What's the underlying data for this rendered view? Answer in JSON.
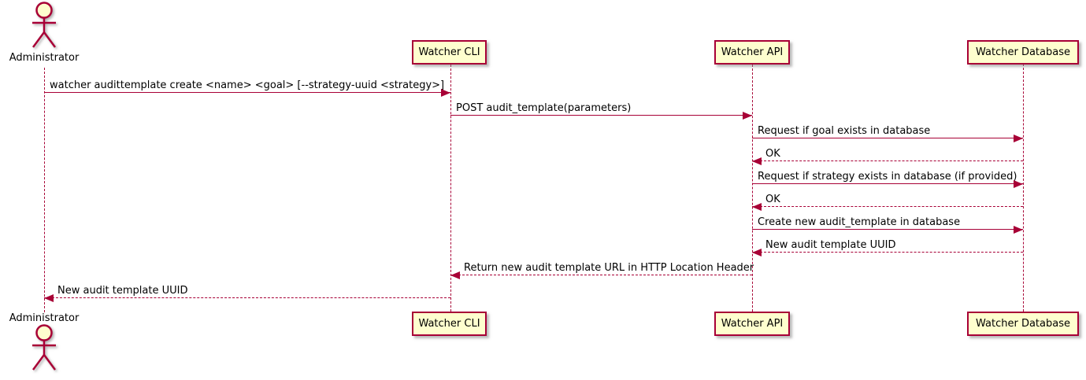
{
  "diagram_type": "uml-sequence-diagram",
  "colors": {
    "accent": "#A80036",
    "participant_fill": "#FEFECE",
    "text": "#000000",
    "background": "#FFFFFF"
  },
  "actor": {
    "label": "Administrator"
  },
  "participants": [
    {
      "label": "Watcher CLI"
    },
    {
      "label": "Watcher API"
    },
    {
      "label": "Watcher Database"
    }
  ],
  "messages": [
    {
      "from": "Administrator",
      "to": "Watcher CLI",
      "line": "solid",
      "label": "watcher audittemplate create <name> <goal> [--strategy-uuid <strategy>]"
    },
    {
      "from": "Watcher CLI",
      "to": "Watcher API",
      "line": "solid",
      "label": "POST audit_template(parameters)"
    },
    {
      "from": "Watcher API",
      "to": "Watcher Database",
      "line": "solid",
      "label": "Request if goal exists in database"
    },
    {
      "from": "Watcher Database",
      "to": "Watcher API",
      "line": "dashed",
      "label": "OK"
    },
    {
      "from": "Watcher API",
      "to": "Watcher Database",
      "line": "solid",
      "label": "Request if strategy exists in database (if provided)"
    },
    {
      "from": "Watcher Database",
      "to": "Watcher API",
      "line": "dashed",
      "label": "OK"
    },
    {
      "from": "Watcher API",
      "to": "Watcher Database",
      "line": "solid",
      "label": "Create new audit_template in database"
    },
    {
      "from": "Watcher Database",
      "to": "Watcher API",
      "line": "dashed",
      "label": "New audit template UUID"
    },
    {
      "from": "Watcher API",
      "to": "Watcher CLI",
      "line": "dashed",
      "label": "Return new audit template URL in HTTP Location Header"
    },
    {
      "from": "Watcher CLI",
      "to": "Administrator",
      "line": "dashed",
      "label": "New audit template UUID"
    }
  ]
}
